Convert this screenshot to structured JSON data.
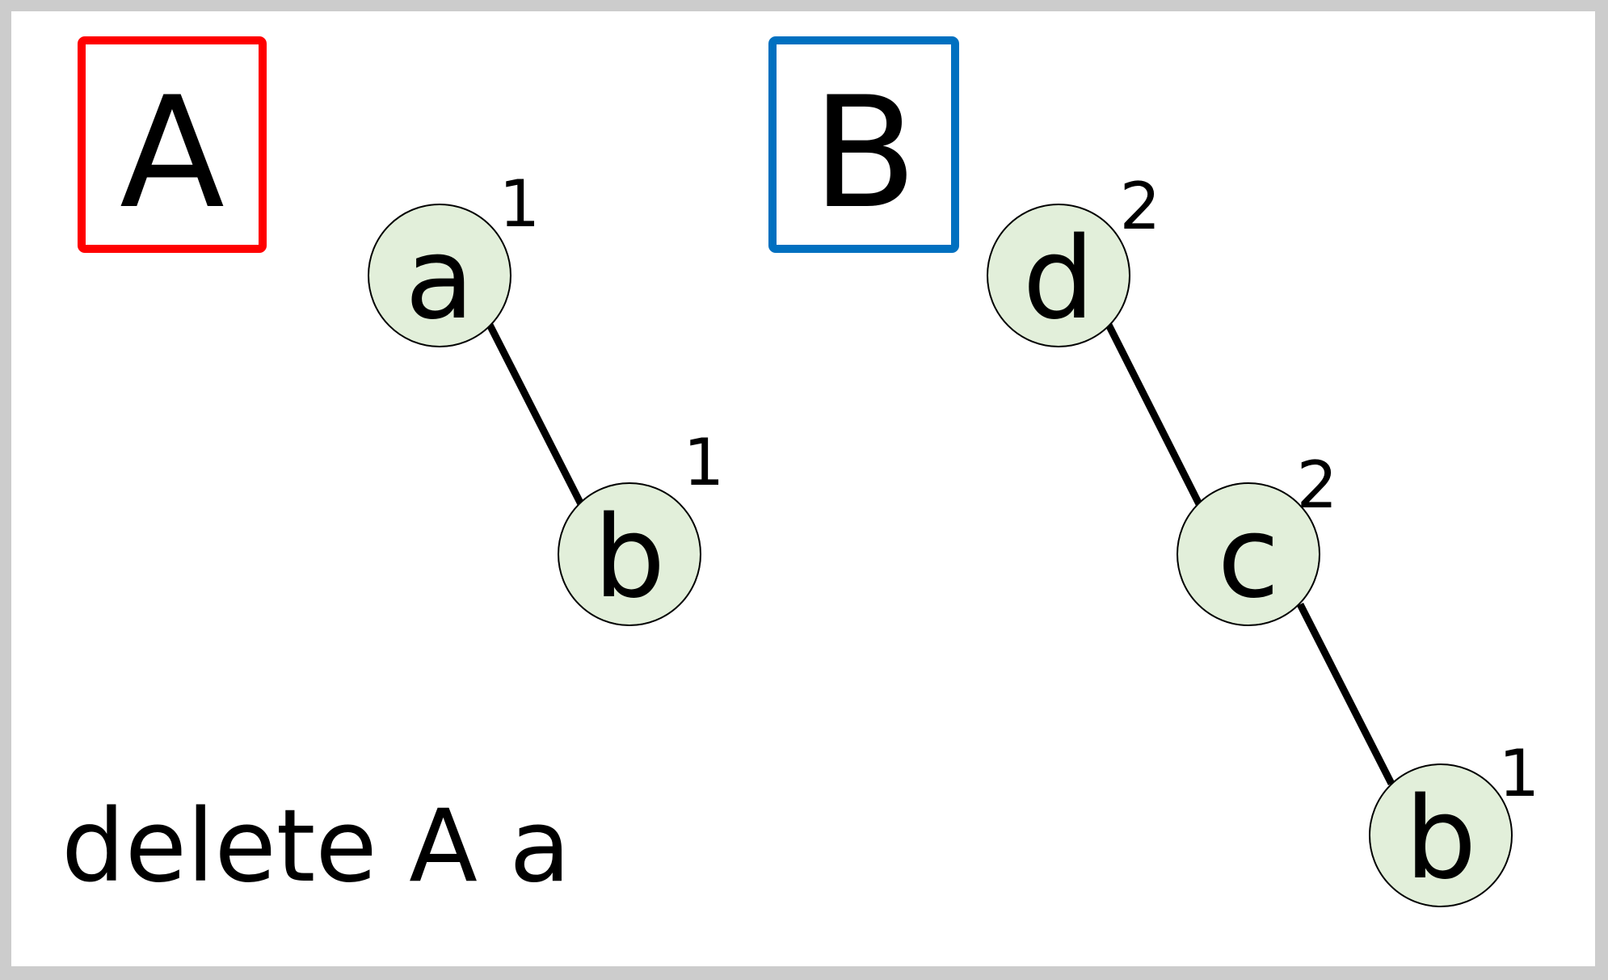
{
  "colors": {
    "background": "#cccccc",
    "canvas": "#ffffff",
    "node_fill": "#e2efda",
    "node_stroke": "#000000",
    "edge": "#000000",
    "box_a": "#ff0000",
    "box_b": "#0070c0"
  },
  "tree_a": {
    "label": "A",
    "nodes": [
      {
        "id": "a",
        "label": "a",
        "count": "1"
      },
      {
        "id": "b",
        "label": "b",
        "count": "1"
      }
    ],
    "edges": [
      [
        "a",
        "b"
      ]
    ]
  },
  "tree_b": {
    "label": "B",
    "nodes": [
      {
        "id": "d",
        "label": "d",
        "count": "2"
      },
      {
        "id": "c",
        "label": "c",
        "count": "2"
      },
      {
        "id": "b",
        "label": "b",
        "count": "1"
      }
    ],
    "edges": [
      [
        "d",
        "c"
      ],
      [
        "c",
        "b"
      ]
    ]
  },
  "command": "delete A a"
}
